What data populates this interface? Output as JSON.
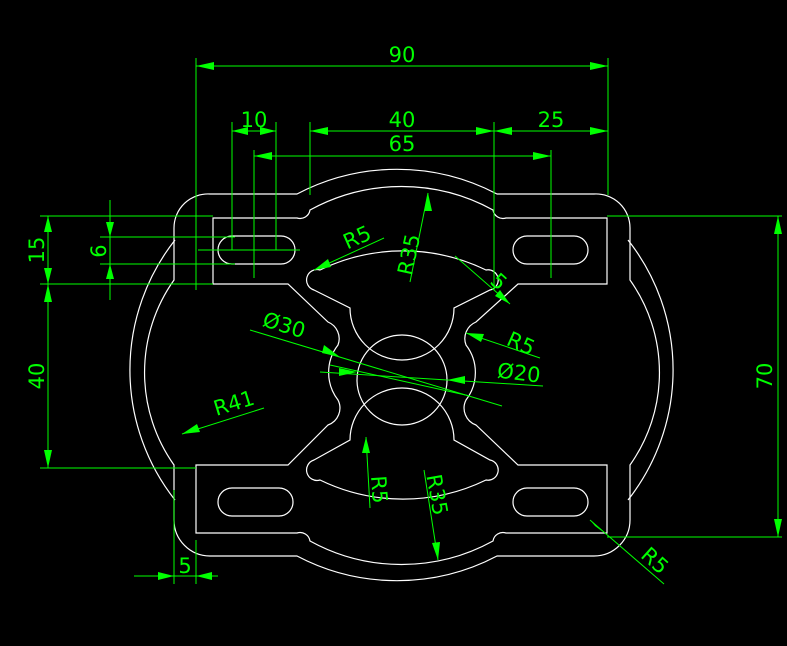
{
  "colors": {
    "background": "#000000",
    "geometry": "#ffffff",
    "dimension": "#00ff00"
  },
  "dimensions": {
    "overall_width": "90",
    "slot_pitch": "10",
    "center_40": "40",
    "right_25": "25",
    "slot_span_65": "65",
    "left_15": "15",
    "slot_6": "6",
    "left_40": "40",
    "right_70": "70",
    "bottom_5": "5",
    "r5_top_left": "R5",
    "r35_top": "R35",
    "d_5_right": "5",
    "r5_right": "R5",
    "d30": "Ø30",
    "d20": "Ø20",
    "r41": "R41",
    "r5_bottom": "R5",
    "r35_bottom": "R35",
    "r5_corner": "R5"
  }
}
